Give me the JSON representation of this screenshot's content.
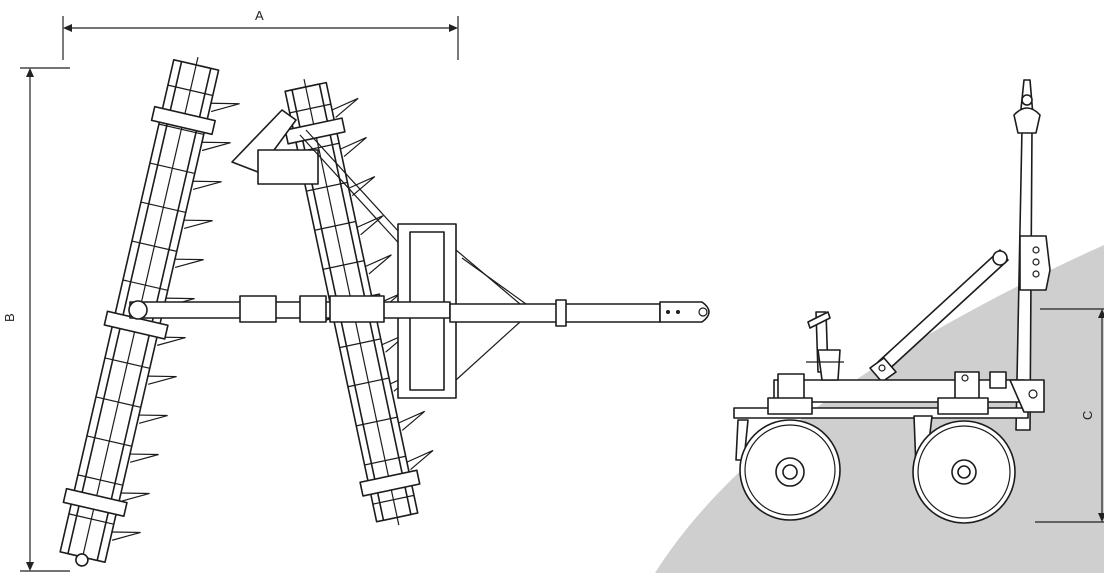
{
  "dimensions": {
    "a": "A",
    "b": "B",
    "c": "C"
  },
  "colors": {
    "background": "#ffffff",
    "backdrop_swoosh": "#cfcfcf",
    "line_art": "#1c1c1c"
  },
  "views": {
    "top_view": "disc-harrow-top-view",
    "side_view": "disc-harrow-side-view"
  }
}
